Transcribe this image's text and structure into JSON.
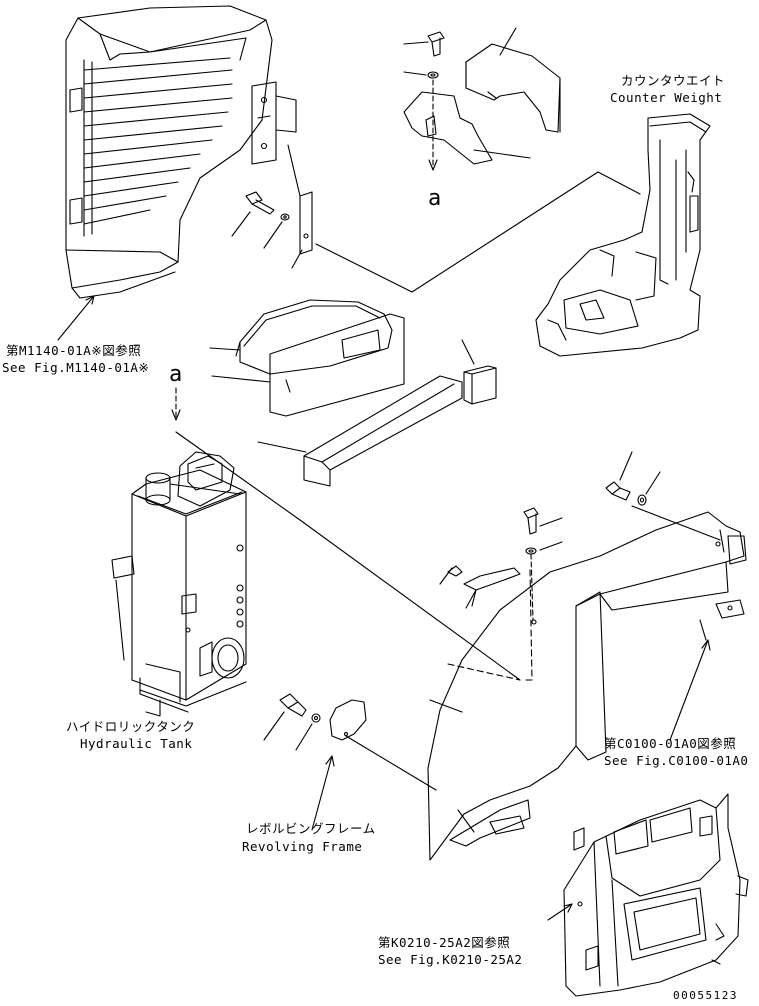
{
  "labels": {
    "counterweight_jp": "カウンタウエイト",
    "counterweight_en": "Counter Weight",
    "fig_m1140_jp": "第M1140-01A※図参照",
    "fig_m1140_en": "See Fig.M1140-01A※",
    "hydraulic_jp": "ハイドロリックタンク",
    "hydraulic_en": "Hydraulic Tank",
    "fig_c0100_jp": "第C0100-01A0図参照",
    "fig_c0100_en": "See Fig.C0100-01A0",
    "revolving_jp": "レボルビングフレーム",
    "revolving_en": "Revolving Frame",
    "fig_k0210_jp": "第K0210-25A2図参照",
    "fig_k0210_en": "See Fig.K0210-25A2",
    "marker_a_top": "a",
    "marker_a_left": "a",
    "drawing_number": "00055123"
  }
}
